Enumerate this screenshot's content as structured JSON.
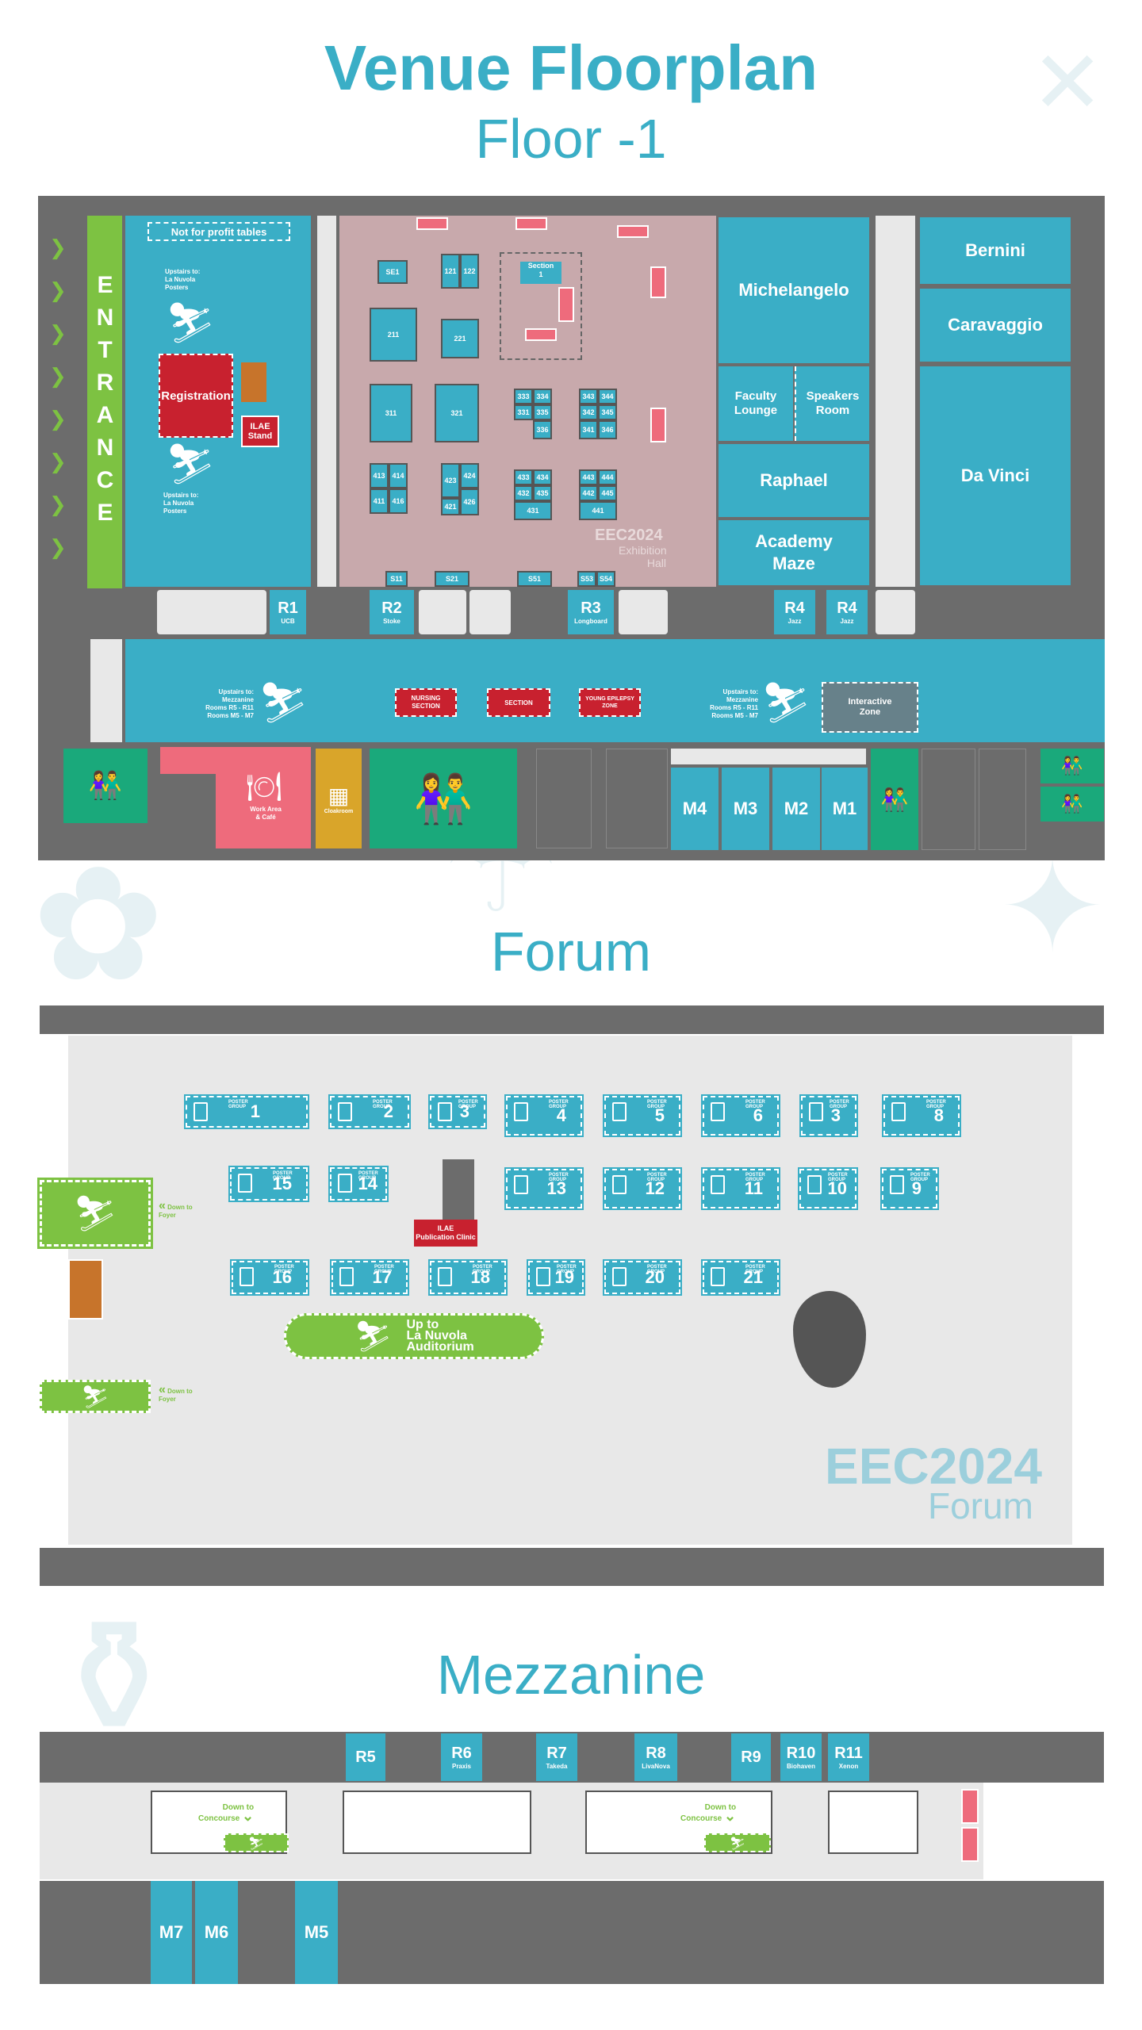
{
  "header": {
    "title": "Venue Floorplan",
    "subtitle": "Floor -1"
  },
  "floor_minus1": {
    "entrance": "ENTRANCE",
    "not_for_profit": "Not for profit tables",
    "upstairs_nuvola_1": "Upstairs to:\nLa Nuvola\nPosters",
    "upstairs_nuvola_2": "Upstairs to:\nLa Nuvola\nPosters",
    "registration": "Registration",
    "ilae_stand": "ILAE\nStand",
    "booths": [
      "SE1",
      "121",
      "122",
      "211",
      "221",
      "311",
      "321",
      "413",
      "414",
      "411",
      "416",
      "423",
      "424",
      "421",
      "426",
      "333",
      "334",
      "331",
      "335",
      "336",
      "343",
      "344",
      "342",
      "345",
      "341",
      "346",
      "433",
      "434",
      "432",
      "435",
      "431",
      "443",
      "444",
      "442",
      "445",
      "441",
      "S11",
      "S21",
      "S51",
      "S53",
      "S54"
    ],
    "section1": "Section\n1",
    "exhibition_label": "EEC2024",
    "exhibition_sub": "Exhibition\nHall",
    "rooms": {
      "michelangelo": "Michelangelo",
      "faculty": "Faculty\nLounge",
      "speakers": "Speakers\nRoom",
      "raphael": "Raphael",
      "academy": "Academy\nMaze",
      "bernini": "Bernini",
      "caravaggio": "Caravaggio",
      "davinci": "Da Vinci"
    },
    "corridor_rooms": [
      {
        "name": "R1",
        "sub": "UCB"
      },
      {
        "name": "R2",
        "sub": "Stoke"
      },
      {
        "name": "R3",
        "sub": "Longboard"
      },
      {
        "name": "R4",
        "sub": "Jazz"
      },
      {
        "name": "R4",
        "sub": "Jazz"
      }
    ],
    "upstairs_mezz_left": "Upstairs to:\nMezzanine\nRooms R5 - R11\nRooms M5 - M7",
    "upstairs_mezz_right": "Upstairs to:\nMezzanine\nRooms R5 - R11\nRooms M5 - M7",
    "ilae_nursing": "NURSING\nSECTION",
    "ilae_section": "SECTION",
    "ilae_zone": "YOUNG EPILEPSY\nZONE",
    "interactive": "Interactive\nZone",
    "work_area": "Work Area\n& Café",
    "cloakroom": "Cloakroom",
    "m_rooms": [
      "M4",
      "M3",
      "M2",
      "M1"
    ]
  },
  "forum": {
    "title": "Forum",
    "poster_group_label": "POSTER\nGROUP",
    "posters_row1": [
      "1",
      "2",
      "3",
      "4",
      "5",
      "6",
      "3",
      "8"
    ],
    "posters_row2a": [
      "15",
      "14"
    ],
    "posters_row2b": [
      "13",
      "12",
      "11",
      "10",
      "9"
    ],
    "posters_row3": [
      "16",
      "17",
      "18",
      "19",
      "20",
      "21"
    ],
    "down_to_foyer_1": "Down to\nFoyer",
    "down_to_foyer_2": "Down to\nFoyer",
    "publication_clinic": "ILAE\nPublication Clinic",
    "up_to": "Up to\nLa Nuvola\nAuditorium",
    "watermark_1": "EEC2024",
    "watermark_2": "Forum"
  },
  "mezzanine": {
    "title": "Mezzanine",
    "rooms": [
      {
        "name": "R5",
        "sub": ""
      },
      {
        "name": "R6",
        "sub": "Praxis"
      },
      {
        "name": "R7",
        "sub": "Takeda"
      },
      {
        "name": "R8",
        "sub": "LivaNova"
      },
      {
        "name": "R9",
        "sub": ""
      },
      {
        "name": "R10",
        "sub": "Biohaven"
      },
      {
        "name": "R11",
        "sub": "Xenon"
      }
    ],
    "down_to_concourse_1": "Down to\nConcourse",
    "down_to_concourse_2": "Down to\nConcourse",
    "m_rooms": [
      "M7",
      "M6",
      "M5"
    ]
  },
  "colors": {
    "teal": "#3aaec6",
    "green": "#7dc242",
    "gray": "#6c6c6c",
    "pink": "#ee6b7c",
    "dark_green": "#1aa97b",
    "red": "#c8212f",
    "mustard": "#d9a52a"
  }
}
